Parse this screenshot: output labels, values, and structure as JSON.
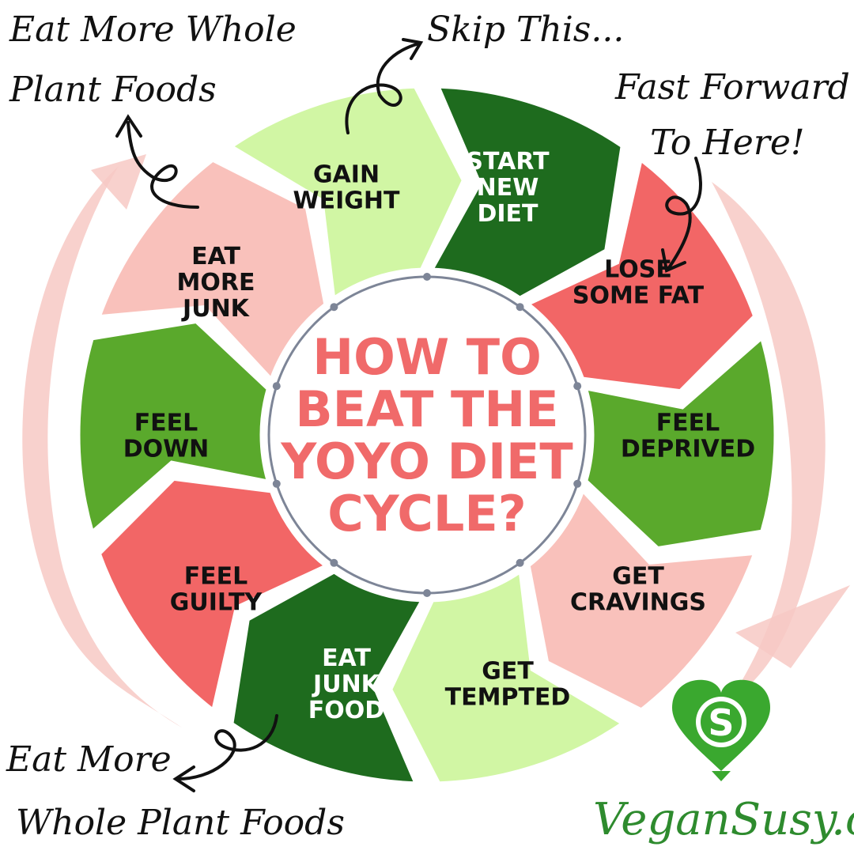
{
  "center": {
    "title_lines": [
      "HOW TO",
      "BEAT THE",
      "YOYO DIET",
      "CYCLE?"
    ],
    "color": "#f06a6a"
  },
  "segments": [
    {
      "lines": [
        "START",
        "NEW",
        "DIET"
      ],
      "fill": "#1e6b1e",
      "text_color": "#ffffff"
    },
    {
      "lines": [
        "LOSE",
        "SOME FAT"
      ],
      "fill": "#f26666",
      "text_color": "#111111"
    },
    {
      "lines": [
        "FEEL",
        "DEPRIVED"
      ],
      "fill": "#5aa92c",
      "text_color": "#111111"
    },
    {
      "lines": [
        "GET",
        "CRAVINGS"
      ],
      "fill": "#f9c1bb",
      "text_color": "#111111"
    },
    {
      "lines": [
        "GET",
        "TEMPTED"
      ],
      "fill": "#d1f6a4",
      "text_color": "#111111"
    },
    {
      "lines": [
        "EAT",
        "JUNK",
        "FOOD"
      ],
      "fill": "#1e6b1e",
      "text_color": "#ffffff"
    },
    {
      "lines": [
        "FEEL",
        "GUILTY"
      ],
      "fill": "#f26666",
      "text_color": "#111111"
    },
    {
      "lines": [
        "FEEL",
        "DOWN"
      ],
      "fill": "#5aa92c",
      "text_color": "#111111"
    },
    {
      "lines": [
        "EAT",
        "MORE",
        "JUNK"
      ],
      "fill": "#f9c1bb",
      "text_color": "#111111"
    },
    {
      "lines": [
        "GAIN",
        "WEIGHT"
      ],
      "fill": "#d1f6a4",
      "text_color": "#111111"
    }
  ],
  "annotations": {
    "top_left": [
      "Eat More Whole",
      "Plant Foods"
    ],
    "top": [
      "Skip This..."
    ],
    "top_right": [
      "Fast Forward",
      "To Here!"
    ],
    "bottom_left": [
      "Eat More",
      "Whole Plant Foods"
    ]
  },
  "brand": {
    "text": "VeganSusy.com",
    "logo_letter": "S",
    "logo_icon": "heart-logo-icon",
    "color": "#2e8b2e"
  },
  "colors": {
    "cycle_arrow": "#f5b8b3",
    "center_ring": "#7d8597"
  }
}
